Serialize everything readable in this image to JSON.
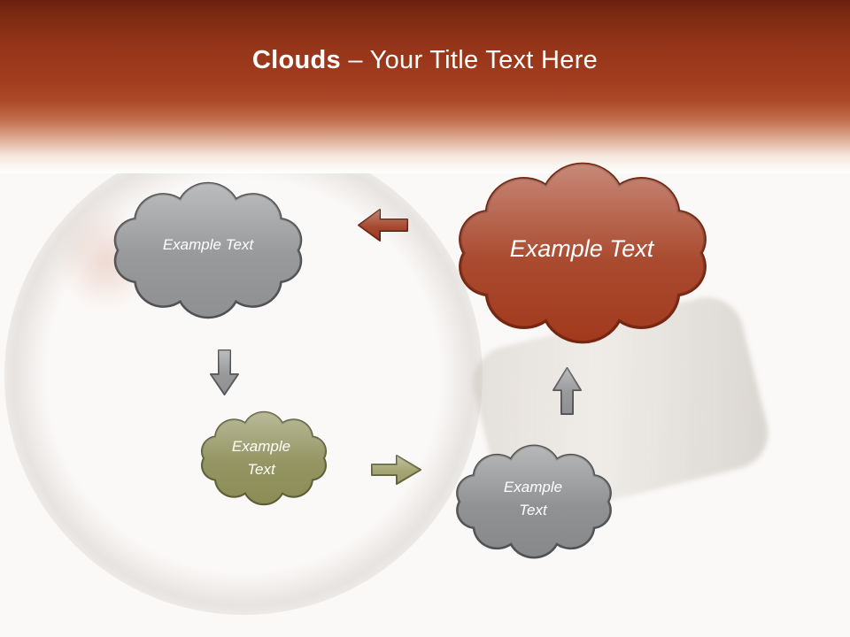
{
  "header": {
    "title_bold": "Clouds",
    "title_rest": "– Your Title Text Here",
    "band_color": "#9e3a1c"
  },
  "clouds": {
    "gray_top": {
      "label": "Example Text",
      "fill": "#8f9092",
      "stroke": "#4f5052"
    },
    "red": {
      "label": "Example Text",
      "fill": "#a23a1d",
      "stroke": "#76250f"
    },
    "olive": {
      "label": "Example Text",
      "fill": "#8b8c55",
      "stroke": "#5b5c34"
    },
    "gray_bottom": {
      "label": "Example Text",
      "fill": "#87888a",
      "stroke": "#4f5052"
    }
  },
  "arrows": {
    "left_arrow": {
      "fill": "#9f3a1e",
      "stroke": "#6d2310"
    },
    "down_arrow": {
      "fill": "#8f9092",
      "stroke": "#565658"
    },
    "right_arrow": {
      "fill": "#9c9d67",
      "stroke": "#62633a"
    },
    "up_arrow": {
      "fill": "#8f9092",
      "stroke": "#565658"
    }
  },
  "label_text_color": "#ffffff"
}
